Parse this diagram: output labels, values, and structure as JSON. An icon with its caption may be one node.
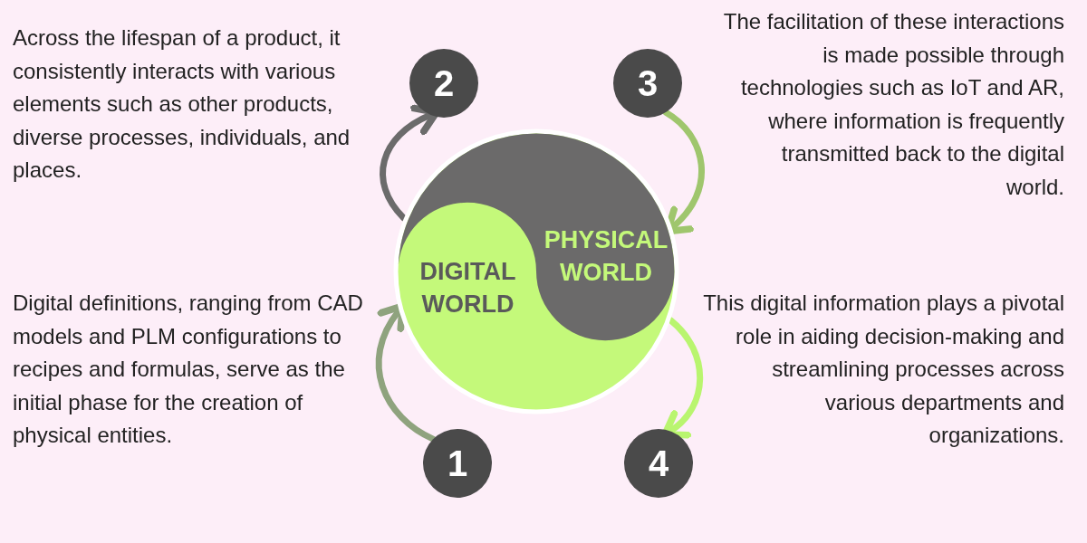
{
  "diagram": {
    "nodes": [
      {
        "text": [
          "2"
        ],
        "beside": [
          "Across the lifespan of a product, it consistently interacts with various elements such as other products, diverse processes, individuals, and places."
        ]
      },
      {
        "text": [
          "3"
        ],
        "beside": [
          "The facilitation of these interactions is made possible through technologies such as IoT and AR, where information is frequently transmitted back to the digital world."
        ]
      },
      {
        "text": [],
        "shape": "circle"
      },
      {
        "text": [
          "PHYSICAL WORLD"
        ],
        "in": 2
      },
      {
        "text": [
          "DIGITAL WORLD"
        ],
        "in": 2
      },
      {
        "text": [
          "1"
        ],
        "beside": [
          "Digital definitions, ranging from CAD models and PLM configurations to recipes and formulas, serve as the initial phase for the creation of physical entities."
        ]
      },
      {
        "text": [
          "4"
        ],
        "beside": [
          "This digital information plays a pivotal role in aiding decision-making and streamlining processes across various departments and organizations."
        ]
      }
    ],
    "edges": [
      {
        "from": 5,
        "to": 2,
        "arrow": "to",
        "color": "#8fa37e"
      },
      {
        "from": 2,
        "to": 0,
        "arrow": "to",
        "color": "#6b6b6b"
      },
      {
        "from": 1,
        "to": 2,
        "arrow": "to",
        "color": "#9fc66d"
      },
      {
        "from": 2,
        "to": 6,
        "arrow": "to",
        "color": "#b9f56f"
      }
    ]
  }
}
